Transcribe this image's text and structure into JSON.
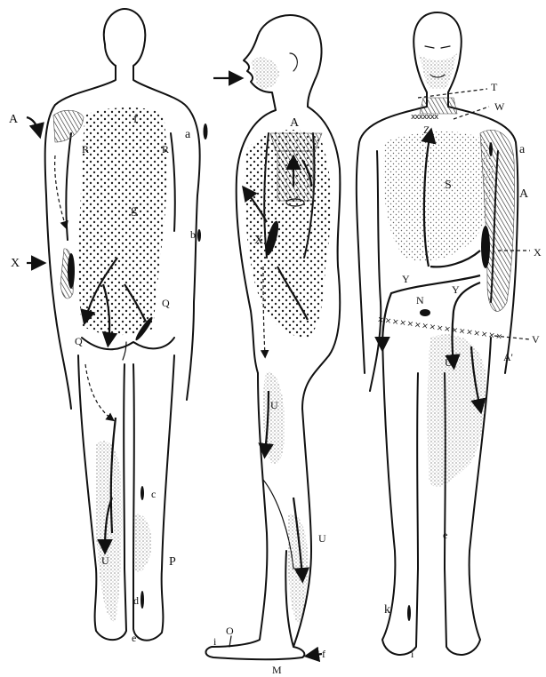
{
  "labels": {
    "back_A": "A",
    "back_f": "f",
    "back_a": "a",
    "back_R_left": "R",
    "back_R_right": "R",
    "back_g": "g",
    "back_b": "b",
    "back_X": "X",
    "back_Q_right": "Q",
    "back_Q_left": "Q",
    "back_c": "c",
    "back_U": "U",
    "back_P": "P",
    "back_d": "d",
    "back_e": "e",
    "side_A": "A",
    "side_X": "X",
    "side_U_thigh": "U",
    "side_U_calf": "U",
    "side_O": "O",
    "side_i": "i",
    "side_f": "f",
    "side_M": "M",
    "front_T": "T",
    "front_W": "W",
    "front_Z": "Z",
    "front_a": "a",
    "front_S": "S",
    "front_A": "A",
    "front_X": "X",
    "front_Y_left": "Y",
    "front_Y_right": "Y",
    "front_N": "N",
    "front_V": "V",
    "front_A_prime": "A'",
    "front_U": "U",
    "front_k": "k",
    "front_i": "i",
    "front_e": "e"
  },
  "crosses": {
    "neck": "xxxxxxx",
    "groin": "× × × × × × × × × × × × × × × × ×"
  },
  "colors": {
    "ink": "#111111",
    "paper": "#ffffff"
  }
}
